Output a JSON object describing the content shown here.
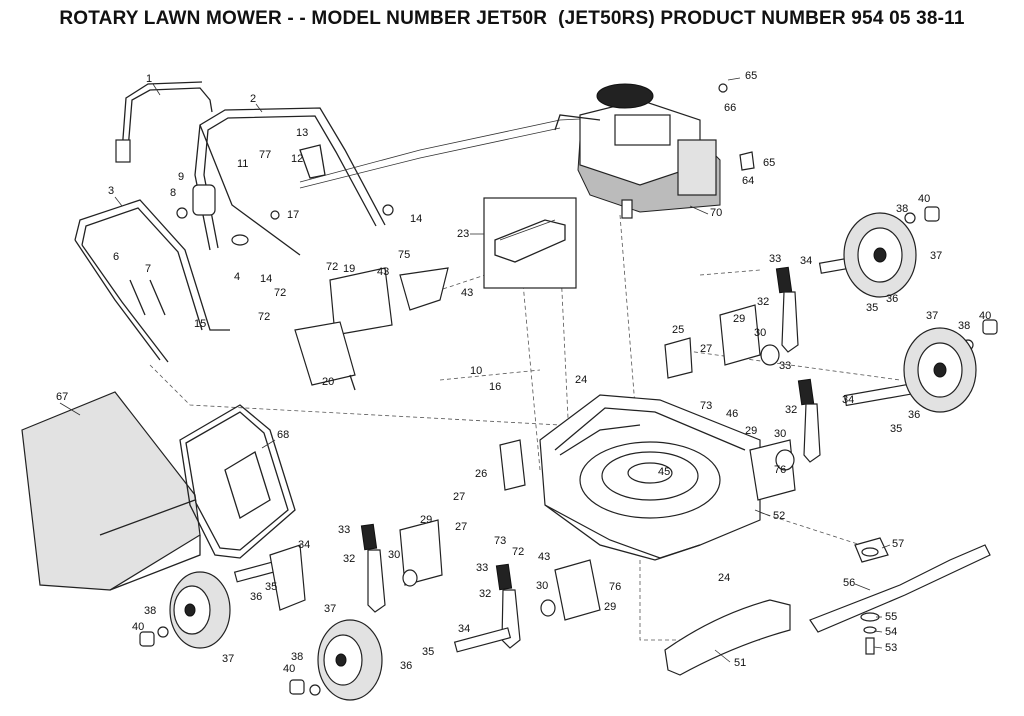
{
  "title": "ROTARY LAWN MOWER - - MODEL NUMBER JET50R  (JET50RS) PRODUCT NUMBER 954 05 38-11",
  "callouts": {
    "c1": "1",
    "c2": "2",
    "c3": "3",
    "c4": "4",
    "c6": "6",
    "c7": "7",
    "c8": "8",
    "c9": "9",
    "c10": "10",
    "c11": "11",
    "c12": "12",
    "c13": "13",
    "c14a": "14",
    "c14b": "14",
    "c15": "15",
    "c16": "16",
    "c17": "17",
    "c19": "19",
    "c20": "20",
    "c23": "23",
    "c24a": "24",
    "c24b": "24",
    "c25": "25",
    "c26": "26",
    "c27a": "27",
    "c27b": "27",
    "c27c": "27",
    "c29a": "29",
    "c29b": "29",
    "c29c": "29",
    "c29d": "29",
    "c30a": "30",
    "c30b": "30",
    "c30c": "30",
    "c30d": "30",
    "c32a": "32",
    "c32b": "32",
    "c32c": "32",
    "c32d": "32",
    "c33a": "33",
    "c33b": "33",
    "c33c": "33",
    "c33d": "33",
    "c34a": "34",
    "c34b": "34",
    "c34c": "34",
    "c34d": "34",
    "c35a": "35",
    "c35b": "35",
    "c35c": "35",
    "c35d": "35",
    "c36a": "36",
    "c36b": "36",
    "c36c": "36",
    "c36d": "36",
    "c37a": "37",
    "c37b": "37",
    "c37c": "37",
    "c37d": "37",
    "c38a": "38",
    "c38b": "38",
    "c38c": "38",
    "c38d": "38",
    "c40a": "40",
    "c40b": "40",
    "c40c": "40",
    "c40d": "40",
    "c43a": "43",
    "c43b": "43",
    "c43c": "43",
    "c45": "45",
    "c46": "46",
    "c51": "51",
    "c52": "52",
    "c53": "53",
    "c54": "54",
    "c55": "55",
    "c56": "56",
    "c57": "57",
    "c64": "64",
    "c65a": "65",
    "c65b": "65",
    "c66": "66",
    "c67": "67",
    "c68": "68",
    "c70": "70",
    "c72a": "72",
    "c72b": "72",
    "c72c": "72",
    "c72d": "72",
    "c73a": "73",
    "c73b": "73",
    "c75": "75",
    "c76a": "76",
    "c76b": "76",
    "c77": "77"
  }
}
